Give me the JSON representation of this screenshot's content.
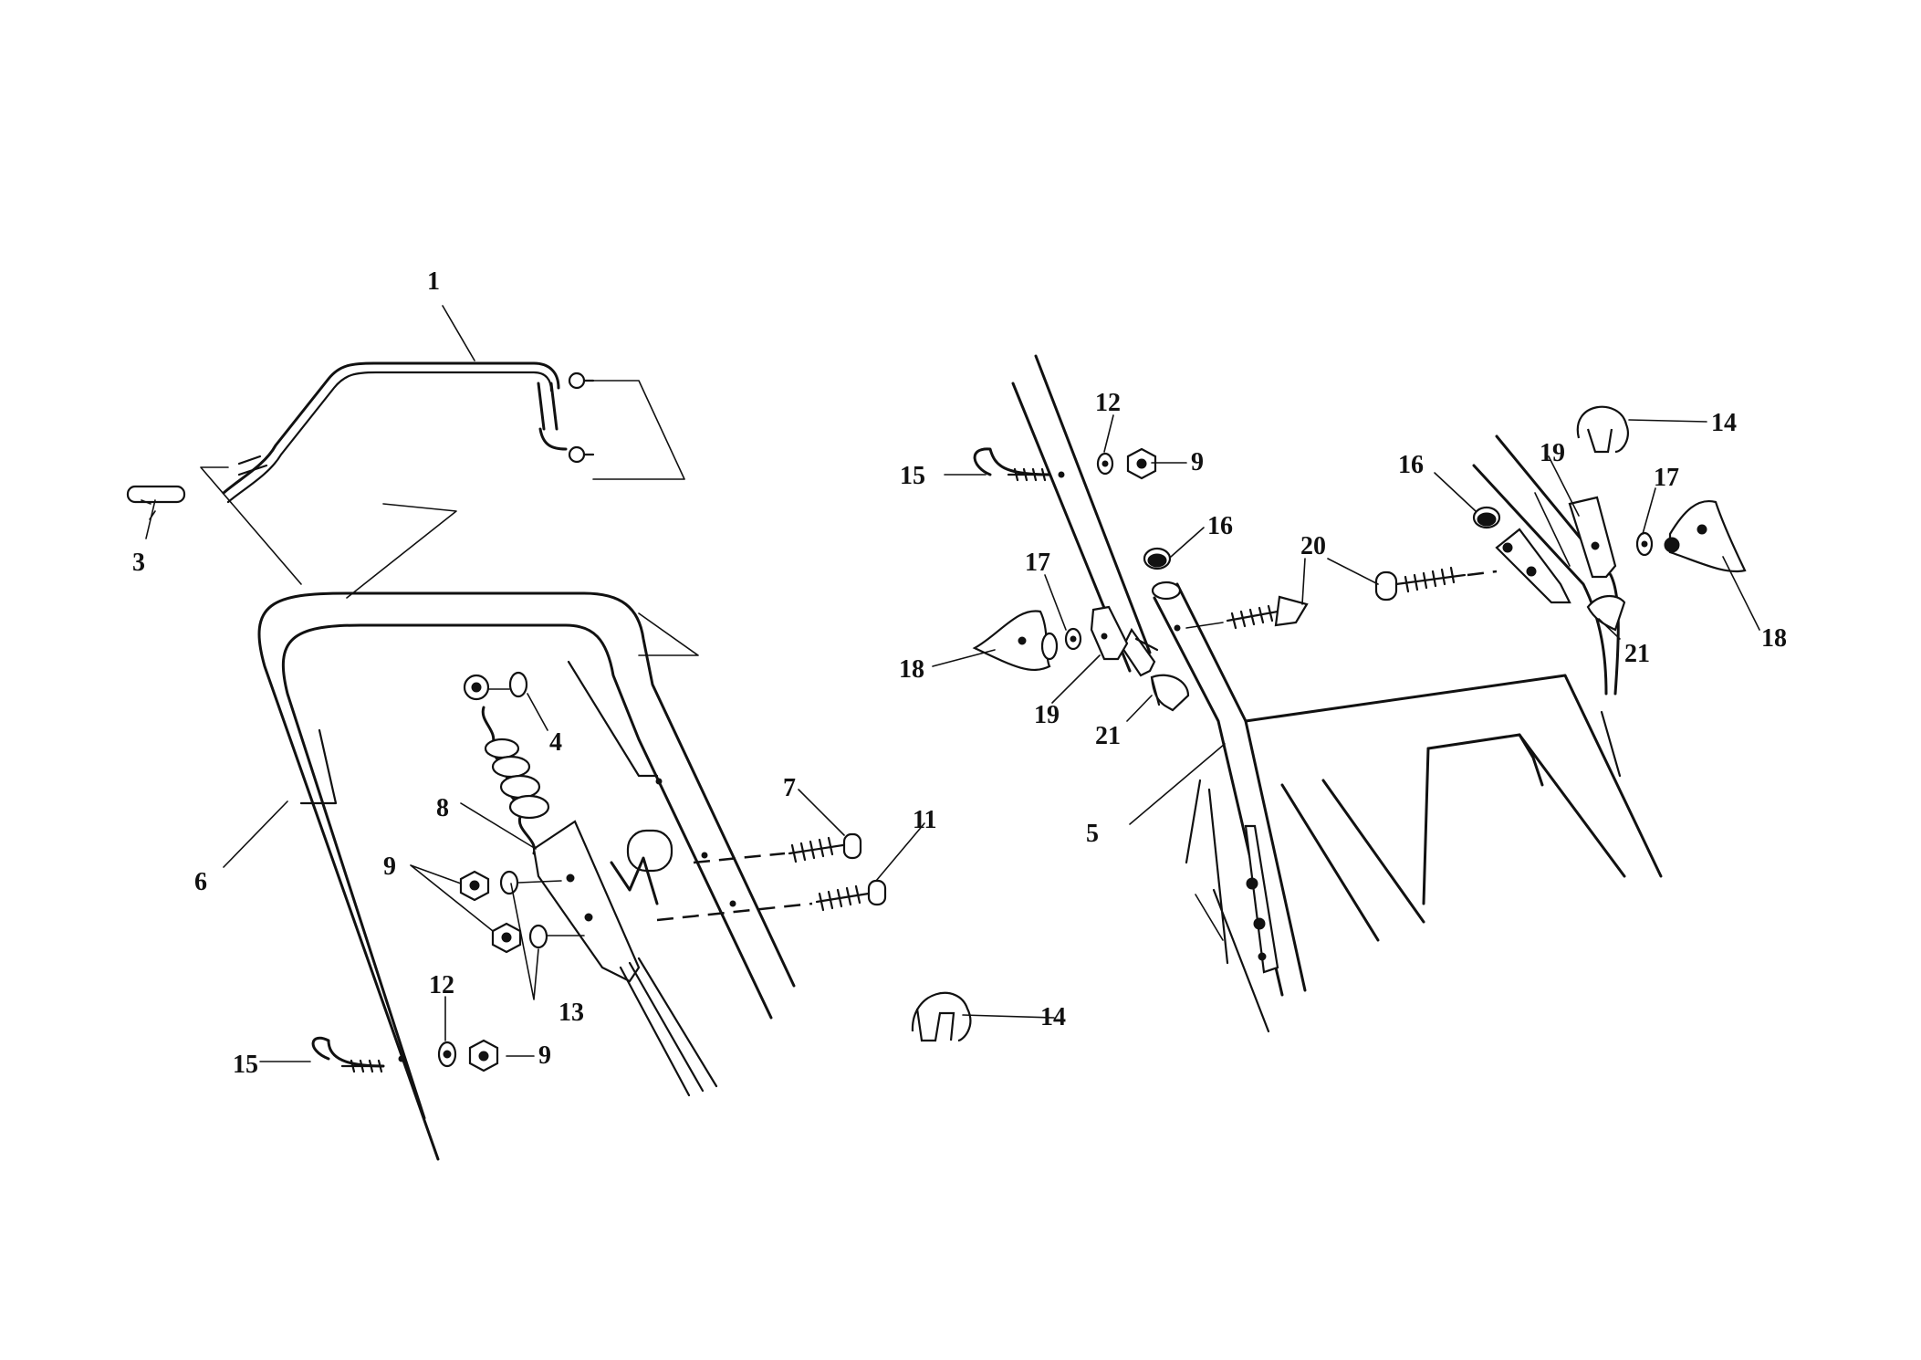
{
  "diagram": {
    "labels": [
      {
        "id": "l1",
        "text": "1"
      },
      {
        "id": "l3",
        "text": "3"
      },
      {
        "id": "l4",
        "text": "4"
      },
      {
        "id": "l5",
        "text": "5"
      },
      {
        "id": "l6",
        "text": "6"
      },
      {
        "id": "l7",
        "text": "7"
      },
      {
        "id": "l8",
        "text": "8"
      },
      {
        "id": "l9a",
        "text": "9"
      },
      {
        "id": "l9b",
        "text": "9"
      },
      {
        "id": "l9c",
        "text": "9"
      },
      {
        "id": "l11",
        "text": "11"
      },
      {
        "id": "l12a",
        "text": "12"
      },
      {
        "id": "l12b",
        "text": "12"
      },
      {
        "id": "l13",
        "text": "13"
      },
      {
        "id": "l14a",
        "text": "14"
      },
      {
        "id": "l14b",
        "text": "14"
      },
      {
        "id": "l15a",
        "text": "15"
      },
      {
        "id": "l15b",
        "text": "15"
      },
      {
        "id": "l16a",
        "text": "16"
      },
      {
        "id": "l16b",
        "text": "16"
      },
      {
        "id": "l17a",
        "text": "17"
      },
      {
        "id": "l17b",
        "text": "17"
      },
      {
        "id": "l18a",
        "text": "18"
      },
      {
        "id": "l18b",
        "text": "18"
      },
      {
        "id": "l19a",
        "text": "19"
      },
      {
        "id": "l19b",
        "text": "19"
      },
      {
        "id": "l20",
        "text": "20"
      },
      {
        "id": "l21a",
        "text": "21"
      },
      {
        "id": "l21b",
        "text": "21"
      }
    ],
    "colors": {
      "ink": "#111111",
      "paper": "#ffffff"
    }
  }
}
